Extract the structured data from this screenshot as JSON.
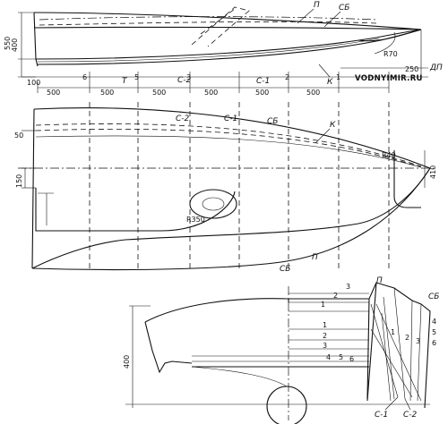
{
  "watermark": "VODNYIMIR.RU",
  "side_view": {
    "curve_labels": [
      "П",
      "СБ",
      "С-2",
      "С-1",
      "К",
      "Т"
    ],
    "station_marks": [
      "6",
      "5",
      "3",
      "2",
      "1"
    ],
    "dims": {
      "height_total": "400",
      "height_upper": "550",
      "base_offset": "100",
      "bow_radius": "R70",
      "stem_offset": "250",
      "dp": "ДП"
    },
    "spacings": [
      "500",
      "500",
      "500",
      "500",
      "500",
      "500"
    ]
  },
  "plan_view": {
    "curve_labels": [
      "С-2",
      "С-1",
      "СБ",
      "К",
      "П",
      "СБ"
    ],
    "dims": {
      "top_offset": "50",
      "transom_half": "150",
      "bow_width": "410",
      "bow_radius": "R40",
      "cockpit_radius": "R350"
    }
  },
  "body_view": {
    "labels": [
      "П",
      "СБ",
      "С-1",
      "С-2"
    ],
    "waterline_numbers_top": [
      "3",
      "2",
      "1"
    ],
    "waterline_numbers_mid": [
      "1",
      "2",
      "3",
      "4",
      "5",
      "6"
    ],
    "frame_numbers_right": [
      "1",
      "2",
      "3",
      "4",
      "5",
      "6"
    ],
    "height_dim": "400"
  }
}
